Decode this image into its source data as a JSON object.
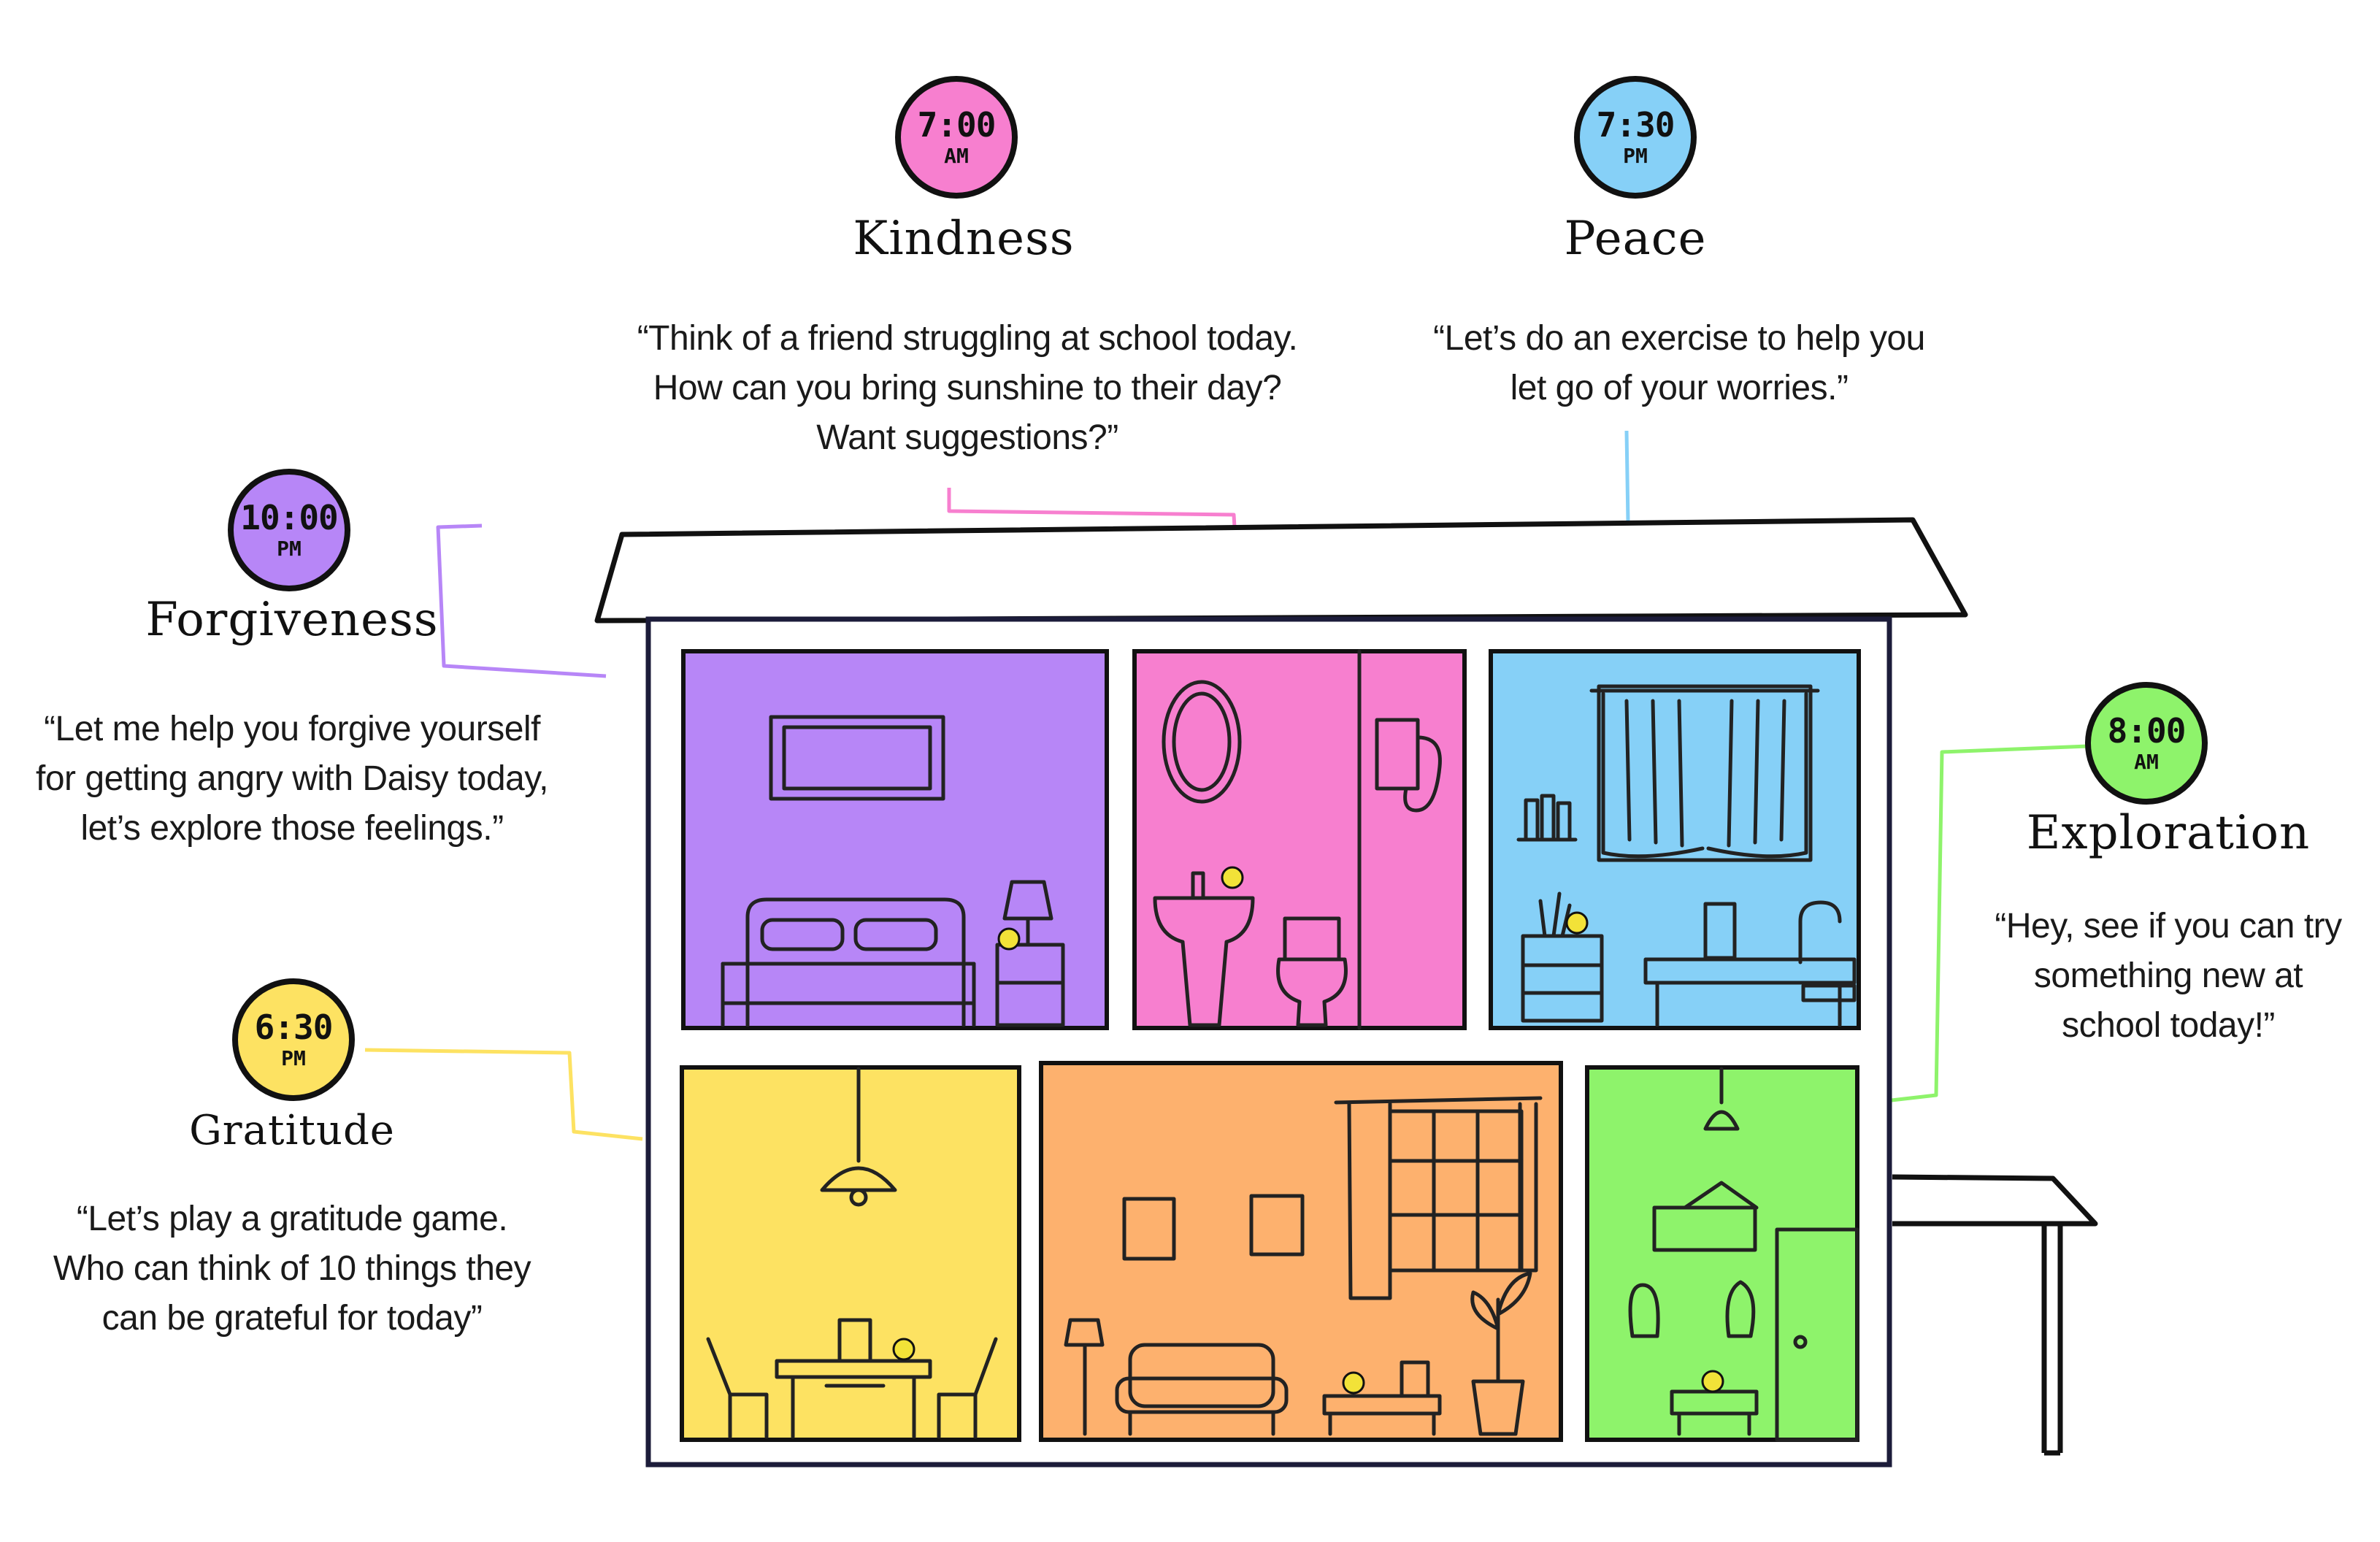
{
  "colors": {
    "kindness": "#f77fcf",
    "peace": "#86d0f7",
    "forgiveness": "#b786f7",
    "gratitude": "#fde262",
    "exploration": "#8ef36b",
    "living_room": "#fdb16e",
    "outline": "#111111",
    "bulb": "#f2e238"
  },
  "items": {
    "kindness": {
      "time": "7:00",
      "ampm": "AM",
      "title": "Kindness",
      "quote": "“Think of a friend struggling at school today.\nHow can you bring sunshine to their day?\nWant suggestions?”"
    },
    "peace": {
      "time": "7:30",
      "ampm": "PM",
      "title": "Peace",
      "quote": "“Let’s do an exercise to help you\nlet go of your worries.”"
    },
    "forgiveness": {
      "time": "10:00",
      "ampm": "PM",
      "title": "Forgiveness",
      "quote": "“Let me help you forgive yourself\nfor getting angry with Daisy today,\nlet’s explore those feelings.”"
    },
    "gratitude": {
      "time": "6:30",
      "ampm": "PM",
      "title": "Gratitude",
      "quote": "“Let’s play a gratitude game.\nWho can think of 10 things they\ncan be grateful for today”"
    },
    "exploration": {
      "time": "8:00",
      "ampm": "AM",
      "title": "Exploration",
      "quote": "“Hey, see if you can try\nsomething new at\nschool today!”"
    }
  }
}
